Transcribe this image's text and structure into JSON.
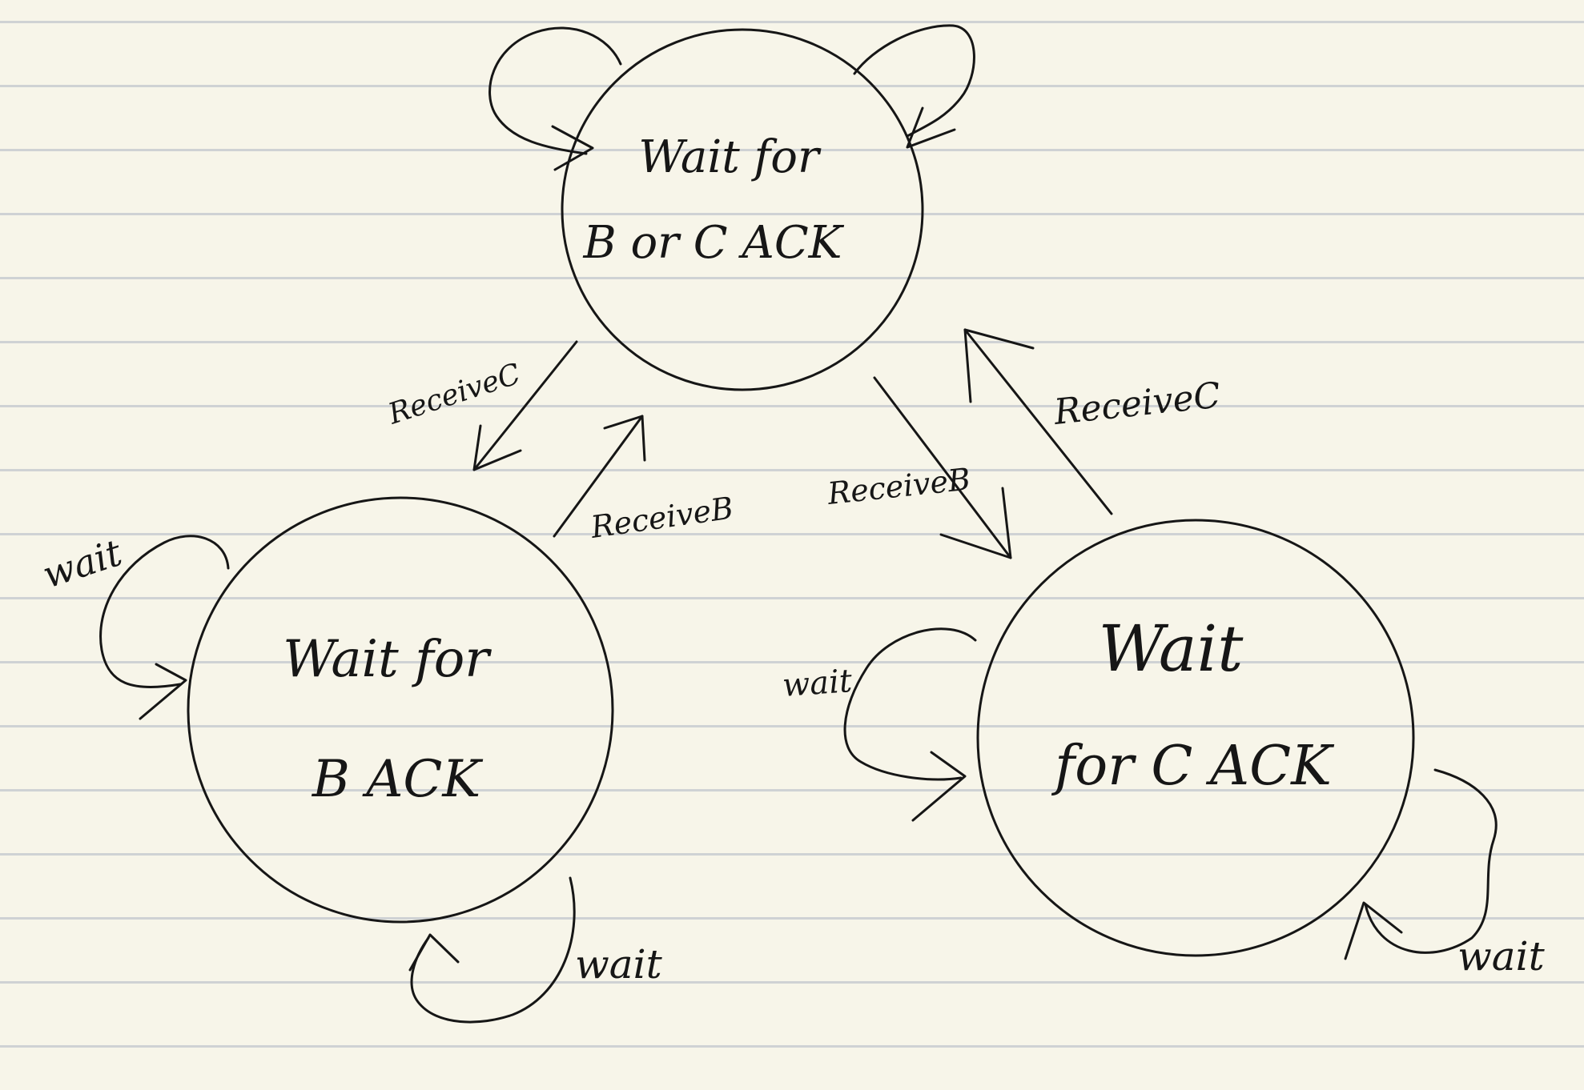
{
  "diagram": {
    "states": [
      {
        "id": "top",
        "line1": "Wait for",
        "line2": "B or C ACK"
      },
      {
        "id": "left",
        "line1": "Wait for",
        "line2": "B ACK"
      },
      {
        "id": "right",
        "line1": "Wait",
        "line2": "for C ACK"
      }
    ],
    "transitions": [
      {
        "from": "top",
        "to": "left",
        "label": "ReceiveC"
      },
      {
        "from": "left",
        "to": "top",
        "label": "ReceiveB"
      },
      {
        "from": "top",
        "to": "right",
        "label": "ReceiveB"
      },
      {
        "from": "right",
        "to": "top",
        "label": "ReceiveC"
      }
    ],
    "self_loops": [
      {
        "state": "left",
        "label": "wait"
      },
      {
        "state": "left",
        "label": "wait"
      },
      {
        "state": "right",
        "label": "wait"
      },
      {
        "state": "right",
        "label": "wait"
      },
      {
        "state": "top",
        "label": ""
      },
      {
        "state": "top",
        "label": ""
      }
    ]
  }
}
